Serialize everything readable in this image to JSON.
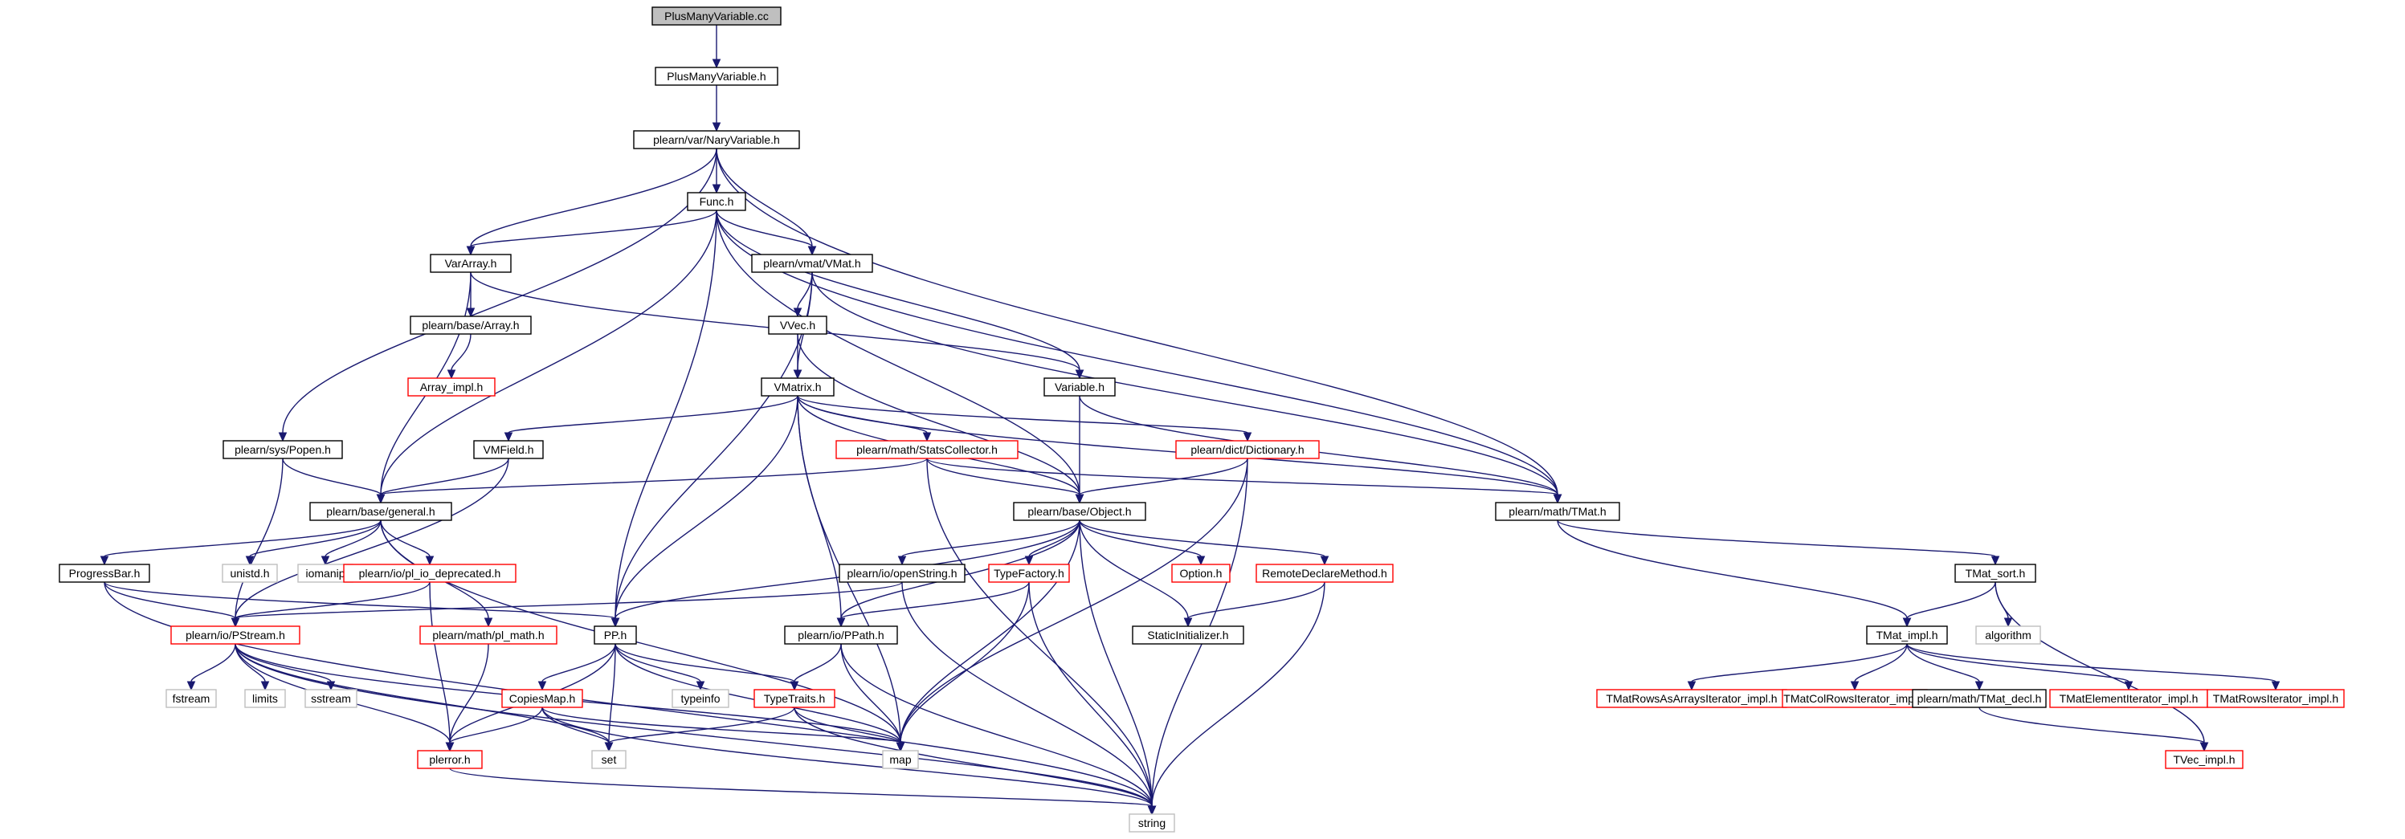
{
  "graph": {
    "colors": {
      "normal_border": "#000000",
      "truncated_border": "#ff0000",
      "system_border": "#bfbfbf",
      "root_fill": "#bfbfbf",
      "node_fill": "#ffffff",
      "edge": "#191970"
    },
    "nodes": [
      {
        "id": "root",
        "label": "PlusManyVariable.cc",
        "style": "root"
      },
      {
        "id": "pmvh",
        "label": "PlusManyVariable.h",
        "style": "normal"
      },
      {
        "id": "nary",
        "label": "plearn/var/NaryVariable.h",
        "style": "normal"
      },
      {
        "id": "func",
        "label": "Func.h",
        "style": "normal"
      },
      {
        "id": "vararray",
        "label": "VarArray.h",
        "style": "normal"
      },
      {
        "id": "vmat",
        "label": "plearn/vmat/VMat.h",
        "style": "normal"
      },
      {
        "id": "basearray",
        "label": "plearn/base/Array.h",
        "style": "normal"
      },
      {
        "id": "vvec",
        "label": "VVec.h",
        "style": "normal"
      },
      {
        "id": "arrayimpl",
        "label": "Array_impl.h",
        "style": "red"
      },
      {
        "id": "variable",
        "label": "Variable.h",
        "style": "normal"
      },
      {
        "id": "vmatrix",
        "label": "VMatrix.h",
        "style": "normal"
      },
      {
        "id": "popen",
        "label": "plearn/sys/Popen.h",
        "style": "normal"
      },
      {
        "id": "vmfield",
        "label": "VMField.h",
        "style": "normal"
      },
      {
        "id": "stats",
        "label": "plearn/math/StatsCollector.h",
        "style": "red"
      },
      {
        "id": "dict",
        "label": "plearn/dict/Dictionary.h",
        "style": "red"
      },
      {
        "id": "tmat",
        "label": "plearn/math/TMat.h",
        "style": "normal"
      },
      {
        "id": "general",
        "label": "plearn/base/general.h",
        "style": "normal"
      },
      {
        "id": "object",
        "label": "plearn/base/Object.h",
        "style": "normal"
      },
      {
        "id": "progress",
        "label": "ProgressBar.h",
        "style": "normal"
      },
      {
        "id": "unistd",
        "label": "unistd.h",
        "style": "system"
      },
      {
        "id": "iomanip",
        "label": "iomanip",
        "style": "system"
      },
      {
        "id": "plio",
        "label": "plearn/io/pl_io_deprecated.h",
        "style": "red"
      },
      {
        "id": "openstring",
        "label": "plearn/io/openString.h",
        "style": "normal"
      },
      {
        "id": "typefactory",
        "label": "TypeFactory.h",
        "style": "red"
      },
      {
        "id": "option",
        "label": "Option.h",
        "style": "red"
      },
      {
        "id": "remote",
        "label": "RemoteDeclareMethod.h",
        "style": "red"
      },
      {
        "id": "tmatsort",
        "label": "TMat_sort.h",
        "style": "normal"
      },
      {
        "id": "pstream",
        "label": "plearn/io/PStream.h",
        "style": "red"
      },
      {
        "id": "plmath",
        "label": "plearn/math/pl_math.h",
        "style": "red"
      },
      {
        "id": "pph",
        "label": "PP.h",
        "style": "normal"
      },
      {
        "id": "ppath",
        "label": "plearn/io/PPath.h",
        "style": "normal"
      },
      {
        "id": "staticinit",
        "label": "StaticInitializer.h",
        "style": "normal"
      },
      {
        "id": "tmatimpl",
        "label": "TMat_impl.h",
        "style": "normal"
      },
      {
        "id": "algorithm",
        "label": "algorithm",
        "style": "system"
      },
      {
        "id": "fstream",
        "label": "fstream",
        "style": "system"
      },
      {
        "id": "limits",
        "label": "limits",
        "style": "system"
      },
      {
        "id": "sstream",
        "label": "sstream",
        "style": "system"
      },
      {
        "id": "typeinfo",
        "label": "typeinfo",
        "style": "system"
      },
      {
        "id": "copiesmap",
        "label": "CopiesMap.h",
        "style": "red"
      },
      {
        "id": "typetraits",
        "label": "TypeTraits.h",
        "style": "red"
      },
      {
        "id": "tmatrowsarr",
        "label": "TMatRowsAsArraysIterator_impl.h",
        "style": "red"
      },
      {
        "id": "tmatcolrows",
        "label": "TMatColRowsIterator_impl.h",
        "style": "red"
      },
      {
        "id": "tmatdecl",
        "label": "plearn/math/TMat_decl.h",
        "style": "normal"
      },
      {
        "id": "tmatelem",
        "label": "TMatElementIterator_impl.h",
        "style": "red"
      },
      {
        "id": "tmatrows",
        "label": "TMatRowsIterator_impl.h",
        "style": "red"
      },
      {
        "id": "plerror",
        "label": "plerror.h",
        "style": "red"
      },
      {
        "id": "set",
        "label": "set",
        "style": "system"
      },
      {
        "id": "map",
        "label": "map",
        "style": "system"
      },
      {
        "id": "tvecimpl",
        "label": "TVec_impl.h",
        "style": "red"
      },
      {
        "id": "string",
        "label": "string",
        "style": "system"
      }
    ],
    "edges": [
      [
        "root",
        "pmvh"
      ],
      [
        "pmvh",
        "nary"
      ],
      [
        "nary",
        "func"
      ],
      [
        "nary",
        "vararray"
      ],
      [
        "nary",
        "vmat"
      ],
      [
        "nary",
        "popen"
      ],
      [
        "nary",
        "tmat"
      ],
      [
        "func",
        "vararray"
      ],
      [
        "func",
        "vmat"
      ],
      [
        "func",
        "variable"
      ],
      [
        "func",
        "object"
      ],
      [
        "func",
        "general"
      ],
      [
        "func",
        "pph"
      ],
      [
        "func",
        "tmat"
      ],
      [
        "vararray",
        "basearray"
      ],
      [
        "vararray",
        "variable"
      ],
      [
        "vararray",
        "general"
      ],
      [
        "basearray",
        "arrayimpl"
      ],
      [
        "vmat",
        "vvec"
      ],
      [
        "vmat",
        "vmatrix"
      ],
      [
        "vmat",
        "pph"
      ],
      [
        "vmat",
        "tmat"
      ],
      [
        "vvec",
        "vmatrix"
      ],
      [
        "vvec",
        "object"
      ],
      [
        "variable",
        "object"
      ],
      [
        "variable",
        "tmat"
      ],
      [
        "vmatrix",
        "vmfield"
      ],
      [
        "vmatrix",
        "stats"
      ],
      [
        "vmatrix",
        "dict"
      ],
      [
        "vmatrix",
        "object"
      ],
      [
        "vmatrix",
        "tmat"
      ],
      [
        "vmatrix",
        "pph"
      ],
      [
        "vmatrix",
        "ppath"
      ],
      [
        "vmatrix",
        "map"
      ],
      [
        "popen",
        "general"
      ],
      [
        "popen",
        "pstream"
      ],
      [
        "vmfield",
        "general"
      ],
      [
        "vmfield",
        "pstream"
      ],
      [
        "stats",
        "general"
      ],
      [
        "stats",
        "object"
      ],
      [
        "stats",
        "tmat"
      ],
      [
        "stats",
        "string"
      ],
      [
        "dict",
        "object"
      ],
      [
        "dict",
        "map"
      ],
      [
        "dict",
        "string"
      ],
      [
        "general",
        "progress"
      ],
      [
        "general",
        "unistd"
      ],
      [
        "general",
        "iomanip"
      ],
      [
        "general",
        "plio"
      ],
      [
        "general",
        "plmath"
      ],
      [
        "general",
        "map"
      ],
      [
        "object",
        "openstring"
      ],
      [
        "object",
        "typefactory"
      ],
      [
        "object",
        "option"
      ],
      [
        "object",
        "remote"
      ],
      [
        "object",
        "staticinit"
      ],
      [
        "object",
        "pph"
      ],
      [
        "object",
        "ppath"
      ],
      [
        "object",
        "map"
      ],
      [
        "object",
        "string"
      ],
      [
        "progress",
        "pstream"
      ],
      [
        "progress",
        "pph"
      ],
      [
        "progress",
        "string"
      ],
      [
        "plio",
        "pstream"
      ],
      [
        "plio",
        "plerror"
      ],
      [
        "openstring",
        "pstream"
      ],
      [
        "openstring",
        "string"
      ],
      [
        "typefactory",
        "ppath"
      ],
      [
        "typefactory",
        "map"
      ],
      [
        "typefactory",
        "string"
      ],
      [
        "remote",
        "staticinit"
      ],
      [
        "remote",
        "string"
      ],
      [
        "tmat",
        "tmatsort"
      ],
      [
        "tmat",
        "tmatimpl"
      ],
      [
        "tmatsort",
        "tmatimpl"
      ],
      [
        "tmatsort",
        "algorithm"
      ],
      [
        "tmatsort",
        "tvecimpl"
      ],
      [
        "pstream",
        "fstream"
      ],
      [
        "pstream",
        "limits"
      ],
      [
        "pstream",
        "sstream"
      ],
      [
        "pstream",
        "plerror"
      ],
      [
        "pstream",
        "set"
      ],
      [
        "pstream",
        "map"
      ],
      [
        "pstream",
        "string"
      ],
      [
        "plmath",
        "plerror"
      ],
      [
        "pph",
        "typeinfo"
      ],
      [
        "pph",
        "copiesmap"
      ],
      [
        "pph",
        "typetraits"
      ],
      [
        "pph",
        "plerror"
      ],
      [
        "pph",
        "set"
      ],
      [
        "pph",
        "map"
      ],
      [
        "ppath",
        "typetraits"
      ],
      [
        "ppath",
        "map"
      ],
      [
        "ppath",
        "string"
      ],
      [
        "tmatimpl",
        "tmatrowsarr"
      ],
      [
        "tmatimpl",
        "tmatcolrows"
      ],
      [
        "tmatimpl",
        "tmatdecl"
      ],
      [
        "tmatimpl",
        "tmatelem"
      ],
      [
        "tmatimpl",
        "tmatrows"
      ],
      [
        "tmatdecl",
        "tvecimpl"
      ],
      [
        "copiesmap",
        "plerror"
      ],
      [
        "copiesmap",
        "set"
      ],
      [
        "copiesmap",
        "map"
      ],
      [
        "copiesmap",
        "string"
      ],
      [
        "typetraits",
        "set"
      ],
      [
        "typetraits",
        "map"
      ],
      [
        "typetraits",
        "string"
      ],
      [
        "plerror",
        "string"
      ]
    ]
  }
}
